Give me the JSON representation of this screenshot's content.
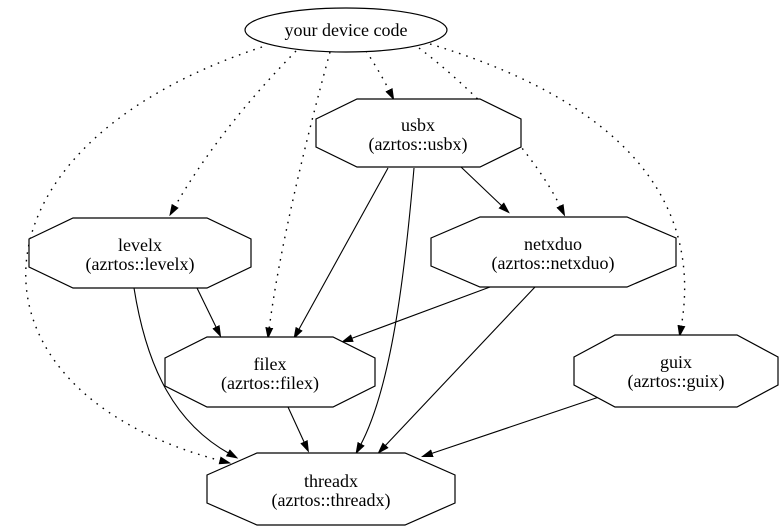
{
  "diagram": {
    "type": "dependency-graph",
    "background_color": "#ffffff",
    "stroke_color": "#000000",
    "node_fill_color": "#ffffff",
    "nodes": [
      {
        "id": "device",
        "shape": "ellipse",
        "label": "your device code",
        "sublabel": ""
      },
      {
        "id": "usbx",
        "shape": "octagon",
        "label": "usbx",
        "sublabel": "(azrtos::usbx)"
      },
      {
        "id": "levelx",
        "shape": "octagon",
        "label": "levelx",
        "sublabel": "(azrtos::levelx)"
      },
      {
        "id": "netxduo",
        "shape": "octagon",
        "label": "netxduo",
        "sublabel": "(azrtos::netxduo)"
      },
      {
        "id": "filex",
        "shape": "octagon",
        "label": "filex",
        "sublabel": "(azrtos::filex)"
      },
      {
        "id": "guix",
        "shape": "octagon",
        "label": "guix",
        "sublabel": "(azrtos::guix)"
      },
      {
        "id": "threadx",
        "shape": "octagon",
        "label": "threadx",
        "sublabel": "(azrtos::threadx)"
      }
    ],
    "edges": [
      {
        "from": "device",
        "to": "usbx",
        "style": "dotted"
      },
      {
        "from": "device",
        "to": "levelx",
        "style": "dotted"
      },
      {
        "from": "device",
        "to": "filex",
        "style": "dotted"
      },
      {
        "from": "device",
        "to": "netxduo",
        "style": "dotted"
      },
      {
        "from": "device",
        "to": "guix",
        "style": "dotted"
      },
      {
        "from": "device",
        "to": "threadx",
        "style": "dotted"
      },
      {
        "from": "usbx",
        "to": "netxduo",
        "style": "solid"
      },
      {
        "from": "usbx",
        "to": "filex",
        "style": "solid"
      },
      {
        "from": "usbx",
        "to": "threadx",
        "style": "solid"
      },
      {
        "from": "levelx",
        "to": "filex",
        "style": "solid"
      },
      {
        "from": "levelx",
        "to": "threadx",
        "style": "solid"
      },
      {
        "from": "netxduo",
        "to": "filex",
        "style": "solid"
      },
      {
        "from": "netxduo",
        "to": "threadx",
        "style": "solid"
      },
      {
        "from": "filex",
        "to": "threadx",
        "style": "solid"
      },
      {
        "from": "guix",
        "to": "threadx",
        "style": "solid"
      }
    ]
  }
}
